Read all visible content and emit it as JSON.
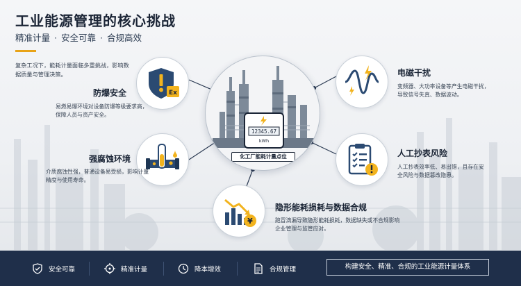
{
  "header": {
    "title": "工业能源管理的核心挑战",
    "subtitle_parts": [
      "精准计量",
      "安全可靠",
      "合规高效"
    ],
    "subtitle_separator": "·"
  },
  "intro": "复杂工况下，能耗计量面临多重挑战，影响数据质量与管理决策。",
  "hub": {
    "label": "化工厂能耗计量点位",
    "meter_reading": "12345.67",
    "meter_unit": "kWh"
  },
  "features": {
    "explosion": {
      "title": "防爆安全",
      "desc": "易燃易爆环境对设备防爆等级要求高，保障人员与资产安全。",
      "icon": "explosion-proof-shield-icon",
      "badge": "Ex"
    },
    "corrosion": {
      "title": "强腐蚀环境",
      "desc": "介质腐蚀性强，普通设备易受损，影响计量精度与使用寿命。",
      "icon": "corrosion-pipe-icon"
    },
    "hidden_loss": {
      "title": "隐形能耗损耗与数据合规",
      "desc": "跑冒滴漏导致隐形能耗损耗，数据缺失或不合规影响企业管理与监管应对。",
      "icon": "declining-chart-coin-icon",
      "coin": "¥"
    },
    "emi": {
      "title": "电磁干扰",
      "desc": "变频器、大功率设备等产生电磁干扰，导致信号失真、数据波动。",
      "icon": "electromagnetic-wave-icon"
    },
    "manual": {
      "title": "人工抄表风险",
      "desc": "人工抄表效率低、易出错，且存在安全风险与数据篡改隐患。",
      "icon": "clipboard-warning-icon"
    }
  },
  "footer": {
    "items": [
      {
        "label": "安全可靠",
        "icon": "shield-check-icon"
      },
      {
        "label": "精准计量",
        "icon": "crosshair-target-icon"
      },
      {
        "label": "降本增效",
        "icon": "clock-icon"
      },
      {
        "label": "合规管理",
        "icon": "document-icon"
      }
    ],
    "slogan": "构建安全、精准、合规的工业能源计量体系"
  },
  "colors": {
    "navy": "#1f2f4a",
    "accent_orange": "#e8a317",
    "icon_blue": "#2b4a72",
    "text_dark": "#1b2536"
  }
}
